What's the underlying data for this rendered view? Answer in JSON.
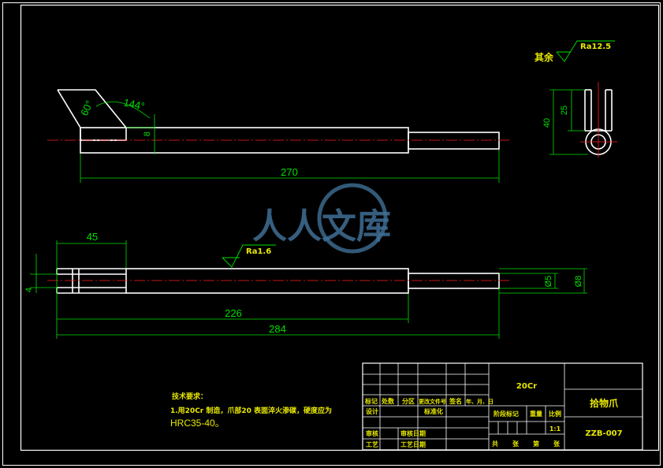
{
  "roughness": {
    "general_label": "其余",
    "general_value": "Ra12.5",
    "local_value": "Ra1.6"
  },
  "dimensions": {
    "angle_top": "144°",
    "angle_tip": "60°",
    "dia_jaw": "8",
    "length_top": "270",
    "side_h40": "40",
    "side_h25": "25",
    "length_slot": "45",
    "slot_width": "4",
    "length_226": "226",
    "length_284": "284",
    "dia_5": "Ø5",
    "dia_8": "Ø8"
  },
  "notes": {
    "heading": "技术要求：",
    "line1": "1.用20Cr 制造，爪部20 表面淬火渗碳，硬度应为",
    "line2": "HRC35-40。"
  },
  "title_block": {
    "material": "20Cr",
    "part_name": "拾物爪",
    "drawing_no": "ZZB-007",
    "scale": "1:1",
    "h_biaoji": "标记",
    "h_chushu": "处数",
    "h_fenqu": "分区",
    "h_gengai": "更改文件号",
    "h_qianming": "签名",
    "h_date": "年、月、日",
    "h_sheji": "设计",
    "h_biaozhun": "标准化",
    "h_jieduan": "阶段标记",
    "h_zhongliang": "重量",
    "h_bili": "比例",
    "h_shenhe": "审核",
    "h_gongyi": "工艺",
    "h_shenhe_date": "审核日期",
    "h_gongyi_date": "工艺日期",
    "h_gong": "共",
    "h_zhang": "张",
    "h_di": "第",
    "h_zhang2": "张"
  },
  "watermark": {
    "text": "人人文库"
  },
  "colors": {
    "background": "#000000",
    "outline": "#ffffff",
    "dimension": "#00e000",
    "centerline": "#ff2020",
    "annotation": "#e8e800"
  }
}
